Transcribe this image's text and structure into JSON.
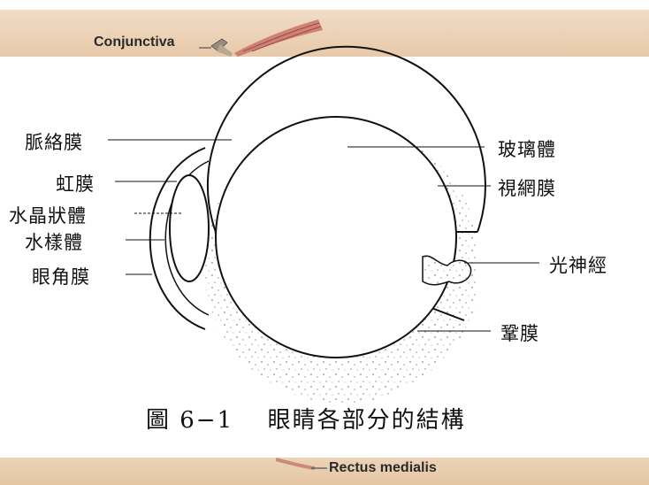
{
  "banner": {
    "top_label": "Conjunctiva",
    "bottom_label": "Rectus medialis"
  },
  "labels": {
    "choroid": "脈絡膜",
    "iris": "虹膜",
    "lens": "水晶狀體",
    "aqueous": "水樣體",
    "cornea": "眼角膜",
    "vitreous": "玻璃體",
    "retina": "視網膜",
    "optic_nerve": "光神經",
    "sclera": "鞏膜"
  },
  "caption": {
    "figure_number": "圖 6−1",
    "text": "眼睛各部分的結構"
  },
  "colors": {
    "banner": "#ecd2b6",
    "line": "#111111"
  }
}
